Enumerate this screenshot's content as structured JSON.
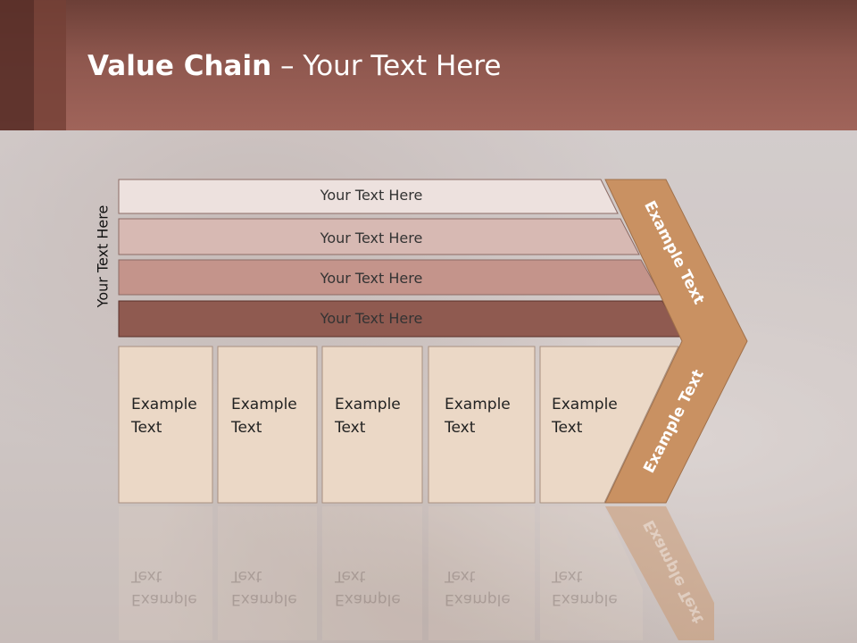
{
  "title": {
    "bold": "Value Chain",
    "rest": " – Your Text Here"
  },
  "side_label": "Your Text Here",
  "bars": [
    {
      "label": "Your Text Here",
      "color": "#ede1de"
    },
    {
      "label": "Your Text Here",
      "color": "#d7b9b3"
    },
    {
      "label": "Your Text Here",
      "color": "#c4948b"
    },
    {
      "label": "Your Text Here",
      "color": "#8f5a50"
    }
  ],
  "boxes": [
    {
      "label": "Example\nText"
    },
    {
      "label": "Example\nText"
    },
    {
      "label": "Example\nText"
    },
    {
      "label": "Example\nText"
    },
    {
      "label": "Example\nText"
    }
  ],
  "chevron": {
    "top_label": "Example Text",
    "bottom_label": "Example Text",
    "color": "#c99162"
  },
  "colors": {
    "header": "#8e574e",
    "box_fill": "#ebd8c6"
  }
}
